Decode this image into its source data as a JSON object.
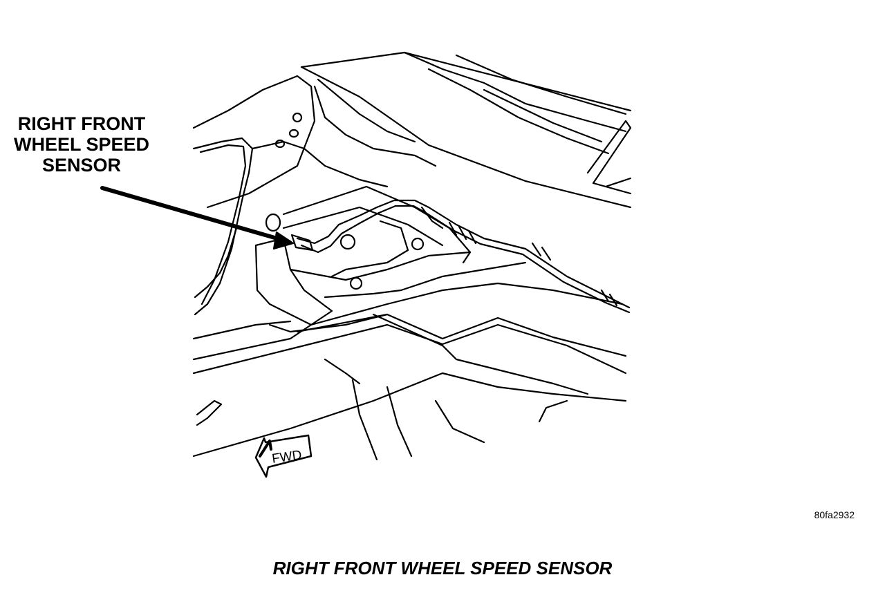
{
  "callout": {
    "line1": "RIGHT FRONT",
    "line2": "WHEEL SPEED",
    "line3": "SENSOR"
  },
  "direction_arrow": {
    "label": "FWD",
    "icon": "forward-arrow-icon"
  },
  "figure_id": "80fa2932",
  "caption": "RIGHT FRONT WHEEL SPEED SENSOR"
}
